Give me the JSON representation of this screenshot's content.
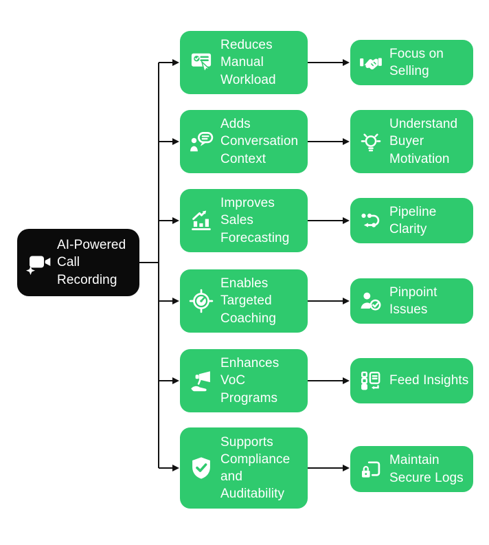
{
  "diagram": {
    "title": "AI-Powered Call Recording benefits flowchart",
    "colors": {
      "node_green": "#2fca6e",
      "root_black": "#0b0b0b",
      "connector": "#111111",
      "text": "#ffffff"
    },
    "root": {
      "label": "AI-Powered Call Recording",
      "icon": "ai-camcorder-icon"
    },
    "rows": [
      {
        "mid": {
          "label": "Reduces Manual Workload",
          "icon": "checklist-hand-icon"
        },
        "right": {
          "label": "Focus on Selling",
          "icon": "handshake-icon"
        }
      },
      {
        "mid": {
          "label": "Adds Conversation Context",
          "icon": "person-chat-icon"
        },
        "right": {
          "label": "Understand Buyer Motivation",
          "icon": "lightbulb-icon"
        }
      },
      {
        "mid": {
          "label": "Improves Sales Forecasting",
          "icon": "bar-chart-growth-icon"
        },
        "right": {
          "label": "Pipeline Clarity",
          "icon": "pipeline-flow-icon"
        }
      },
      {
        "mid": {
          "label": "Enables Targeted Coaching",
          "icon": "target-gauge-icon"
        },
        "right": {
          "label": "Pinpoint Issues",
          "icon": "person-check-icon"
        }
      },
      {
        "mid": {
          "label": "Enhances VoC Programs",
          "icon": "megaphone-hand-icon"
        },
        "right": {
          "label": "Feed Insights",
          "icon": "feed-doc-icon"
        }
      },
      {
        "mid": {
          "label": "Supports Compliance and Auditability",
          "icon": "shield-check-icon"
        },
        "right": {
          "label": "Maintain Secure Logs",
          "icon": "lock-doc-icon"
        }
      }
    ]
  }
}
